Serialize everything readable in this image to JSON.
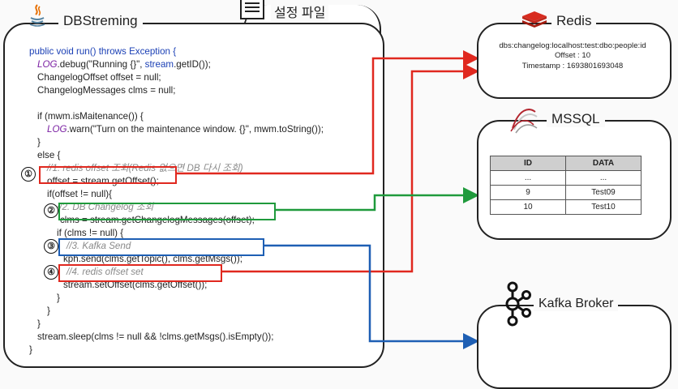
{
  "app": {
    "title": "DBStreming",
    "icon": "java-icon"
  },
  "settings_file": {
    "label": "설정 파일",
    "icon": "document-icon"
  },
  "code": {
    "l1": "public void run() throws Exception {",
    "l2a": "LOG",
    "l2b": ".debug(\"Running {}\", ",
    "l2c": "stream",
    "l2d": ".getID());",
    "l3": "ChangelogOffset offset = null;",
    "l4": "ChangelogMessages clms = null;",
    "l5": "if (mwm.isMaitenance()) {",
    "l6a": "LOG",
    "l6b": ".warn(\"Turn on the maintenance window. {}\", mwm.toString());",
    "l7": "}",
    "l8": "else {",
    "l9": "//1. redis offset 조회(Redis 없으면 DB 다시 조회)",
    "l10": "offset = stream.getOffset();",
    "l11": "if(offset != null){",
    "l12": "//2. DB Changelog 조회",
    "l13": "clms = stream.getChangelogMessages(offset);",
    "l14": "if (clms != null) {",
    "l15": "//3. Kafka Send",
    "l16": "kph.send(clms.getTopic(), clms.getMsgs());",
    "l17": "//4. redis offset set",
    "l18": "stream.setOffset(clms.getOffset());",
    "l19": "}",
    "l20": "}",
    "l21": "}",
    "l22": "stream.sleep(clms != null && !clms.getMsgs().isEmpty());",
    "l23": "}"
  },
  "markers": [
    "①",
    "②",
    "③",
    "④"
  ],
  "redis": {
    "title": "Redis",
    "icon": "redis-icon",
    "key": "dbs:changelog:localhost:test:dbo:people:id",
    "offset": "Offset : 10",
    "timestamp": "Timestamp : 1693801693048"
  },
  "mssql": {
    "title": "MSSQL",
    "icon": "mssql-icon",
    "headers": [
      "ID",
      "DATA"
    ],
    "rows": [
      [
        "...",
        "..."
      ],
      [
        "9",
        "Test09"
      ],
      [
        "10",
        "Test10"
      ]
    ]
  },
  "kafka": {
    "title": "Kafka Broker",
    "icon": "kafka-icon"
  },
  "colors": {
    "red": "#e0281f",
    "green": "#1f9a3c",
    "blue": "#1e5fb4"
  }
}
